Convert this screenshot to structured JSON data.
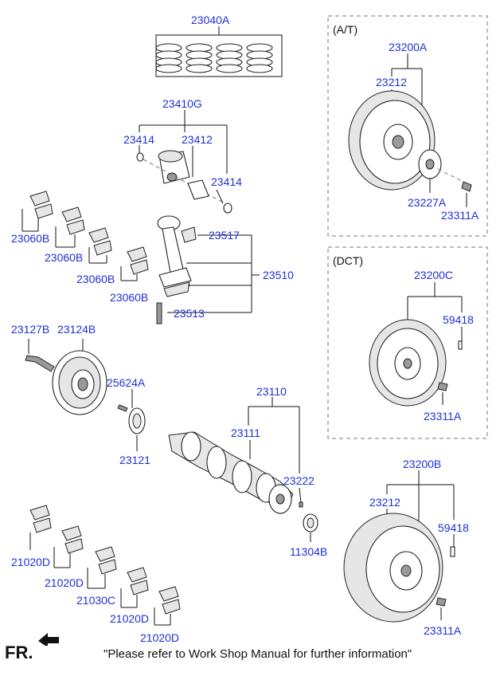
{
  "boxes": {
    "at_title": "(A/T)",
    "dct_title": "(DCT)"
  },
  "labels": {
    "p23040A": "23040A",
    "p23410G": "23410G",
    "p23414a": "23414",
    "p23412": "23412",
    "p23414b": "23414",
    "p23060B1": "23060B",
    "p23060B2": "23060B",
    "p23060B3": "23060B",
    "p23060B4": "23060B",
    "p23517": "23517",
    "p23510": "23510",
    "p23513": "23513",
    "p23127B": "23127B",
    "p23124B": "23124B",
    "p25624A": "25624A",
    "p23121": "23121",
    "p23110": "23110",
    "p23111": "23111",
    "p23222": "23222",
    "p11304B": "11304B",
    "p21020D1": "21020D",
    "p21020D2": "21020D",
    "p21030C": "21030C",
    "p21020D3": "21020D",
    "p21020D4": "21020D",
    "p23200A": "23200A",
    "p23212a": "23212",
    "p23227A": "23227A",
    "p23311A1": "23311A",
    "p23200C": "23200C",
    "p59418a": "59418",
    "p23311A2": "23311A",
    "p23200B": "23200B",
    "p23212b": "23212",
    "p59418b": "59418",
    "p23311A3": "23311A"
  },
  "footer": {
    "fr": "FR.",
    "note": "\"Please refer to Work Shop Manual for further information\""
  },
  "colors": {
    "part_number": "#1f2fd6",
    "line": "#111111"
  },
  "icons": {
    "direction": "front-arrow-icon"
  }
}
